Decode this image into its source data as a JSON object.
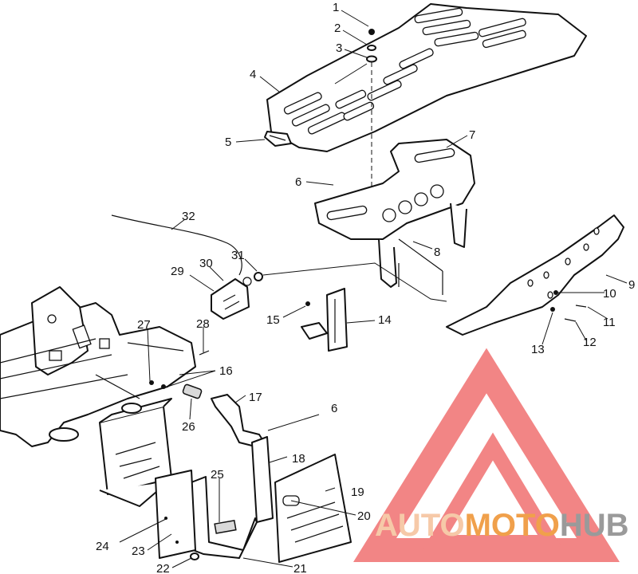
{
  "callouts": [
    {
      "id": "1",
      "label": "1"
    },
    {
      "id": "2",
      "label": "2"
    },
    {
      "id": "3",
      "label": "3"
    },
    {
      "id": "4",
      "label": "4"
    },
    {
      "id": "5",
      "label": "5"
    },
    {
      "id": "6a",
      "label": "6"
    },
    {
      "id": "6b",
      "label": "6"
    },
    {
      "id": "7",
      "label": "7"
    },
    {
      "id": "8",
      "label": "8"
    },
    {
      "id": "9",
      "label": "9"
    },
    {
      "id": "10",
      "label": "10"
    },
    {
      "id": "11",
      "label": "11"
    },
    {
      "id": "12",
      "label": "12"
    },
    {
      "id": "13",
      "label": "13"
    },
    {
      "id": "14",
      "label": "14"
    },
    {
      "id": "15",
      "label": "15"
    },
    {
      "id": "16",
      "label": "16"
    },
    {
      "id": "17",
      "label": "17"
    },
    {
      "id": "18",
      "label": "18"
    },
    {
      "id": "19",
      "label": "19"
    },
    {
      "id": "20",
      "label": "20"
    },
    {
      "id": "21",
      "label": "21"
    },
    {
      "id": "22",
      "label": "22"
    },
    {
      "id": "23",
      "label": "23"
    },
    {
      "id": "24",
      "label": "24"
    },
    {
      "id": "25",
      "label": "25"
    },
    {
      "id": "26",
      "label": "26"
    },
    {
      "id": "27",
      "label": "27"
    },
    {
      "id": "28",
      "label": "28"
    },
    {
      "id": "29",
      "label": "29"
    },
    {
      "id": "30",
      "label": "30"
    },
    {
      "id": "31",
      "label": "31"
    },
    {
      "id": "32",
      "label": "32"
    }
  ],
  "watermark": {
    "part1": "AUTO",
    "part2": "MOTO",
    "part3": "HUB",
    "color_light": "#f6c9a8",
    "color_orange": "#f0a04b",
    "color_gray": "#9a9a9a",
    "logo_color": "#f07070"
  }
}
